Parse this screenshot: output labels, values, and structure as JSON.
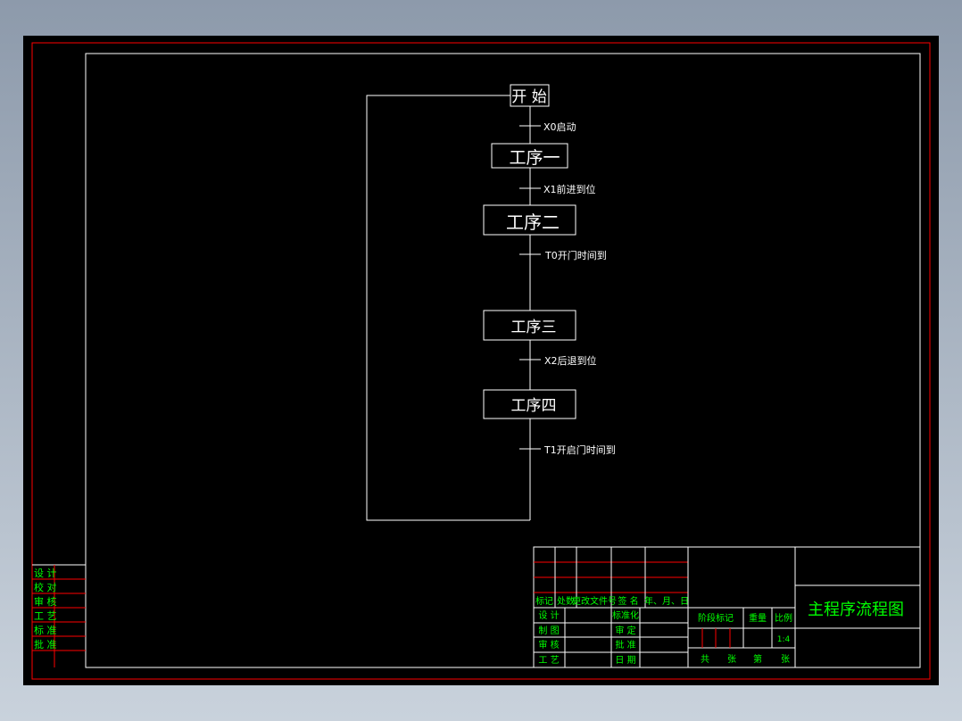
{
  "flowchart": {
    "start": "开 始",
    "steps": [
      "工序一",
      "工序二",
      "工序三",
      "工序四"
    ],
    "transitions": [
      "X0启动",
      "X1前进到位",
      "T0开门时间到",
      "X2后退到位",
      "T1开启门时间到"
    ]
  },
  "left_strip": {
    "labels": [
      "设 计",
      "校 对",
      "审 核",
      "工 艺",
      "标 准",
      "批 准"
    ]
  },
  "title_block": {
    "header_row": [
      "标记",
      "处数",
      "更改文件号",
      "签 名",
      "年、月、日"
    ],
    "left_rows": [
      {
        "a": "设 计",
        "b": "标准化"
      },
      {
        "a": "制 图",
        "b": "审 定"
      },
      {
        "a": "审 核",
        "b": "批 准"
      },
      {
        "a": "工 艺",
        "b": "日 期"
      }
    ],
    "stage_label": "阶段标记",
    "weight_label": "重量",
    "scale_label": "比例",
    "scale_value": "1:4",
    "sheet_row": [
      "共",
      "张",
      "第",
      "张"
    ],
    "drawing_title": "主程序流程图"
  },
  "colors": {
    "background": "#000000",
    "line": "#ffffff",
    "red_border": "#ff0000",
    "green_text": "#00ff00"
  }
}
